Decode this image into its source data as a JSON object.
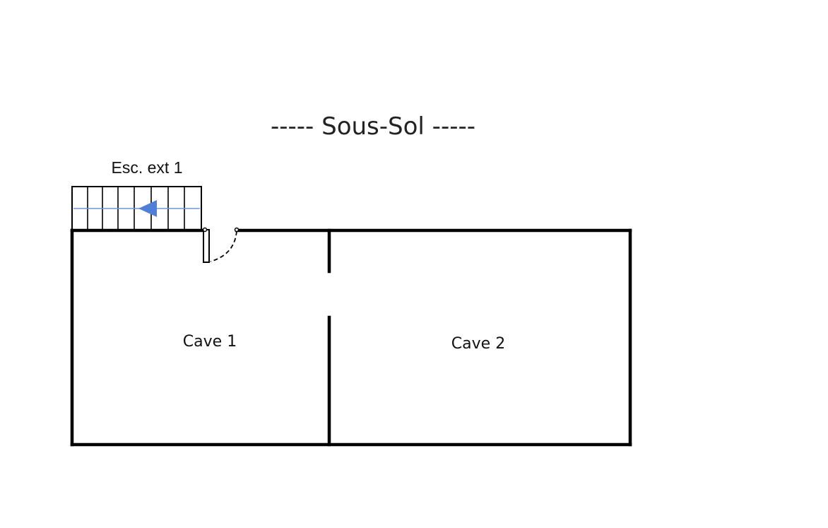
{
  "title": "-----  Sous-Sol  -----",
  "stair": {
    "label": "Esc. ext 1",
    "arrow_color": "#4f7fd8",
    "rail_color": "#6b95e0"
  },
  "rooms": [
    {
      "id": "cave-1",
      "label": "Cave 1"
    },
    {
      "id": "cave-2",
      "label": "Cave 2"
    }
  ],
  "colors": {
    "wall": "#000000",
    "background": "#ffffff"
  },
  "icons": {
    "door": "door-swing-icon",
    "stair_arrow": "arrow-left-icon"
  }
}
